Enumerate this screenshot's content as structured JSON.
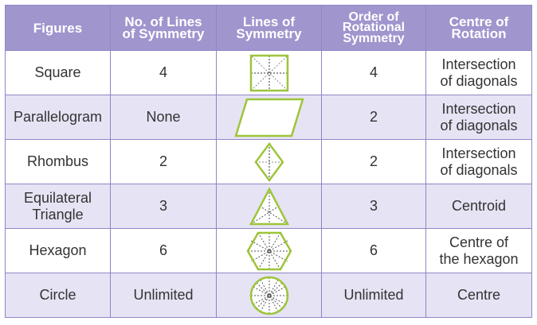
{
  "table": {
    "headers": [
      {
        "line1": "Figures",
        "line2": ""
      },
      {
        "line1": "No. of Lines",
        "line2": "of Symmetry"
      },
      {
        "line1": "Lines of",
        "line2": "Symmetry"
      },
      {
        "line1": "Order of",
        "line2": "Rotational",
        "line3": "Symmetry"
      },
      {
        "line1": "Centre of",
        "line2": "Rotation"
      }
    ],
    "rows": [
      {
        "figure": [
          "Square"
        ],
        "lines": "4",
        "shape_icon": "square-symmetry-icon",
        "order": "4",
        "centre": [
          "Intersection",
          "of diagonals"
        ]
      },
      {
        "figure": [
          "Parallelogram"
        ],
        "lines": "None",
        "shape_icon": "parallelogram-icon",
        "order": "2",
        "centre": [
          "Intersection",
          "of diagonals"
        ]
      },
      {
        "figure": [
          "Rhombus"
        ],
        "lines": "2",
        "shape_icon": "rhombus-symmetry-icon",
        "order": "2",
        "centre": [
          "Intersection",
          "of diagonals"
        ]
      },
      {
        "figure": [
          "Equilateral",
          "Triangle"
        ],
        "lines": "3",
        "shape_icon": "triangle-symmetry-icon",
        "order": "3",
        "centre": [
          "Centroid"
        ]
      },
      {
        "figure": [
          "Hexagon"
        ],
        "lines": "6",
        "shape_icon": "hexagon-symmetry-icon",
        "order": "6",
        "centre": [
          "Centre of",
          "the hexagon"
        ]
      },
      {
        "figure": [
          "Circle"
        ],
        "lines": "Unlimited",
        "shape_icon": "circle-symmetry-icon",
        "order": "Unlimited",
        "centre": [
          "Centre"
        ]
      }
    ]
  },
  "colors": {
    "header_bg": "#a095cd",
    "header_text": "#ffffff",
    "border": "#8f86c4",
    "row_alt_bg": "#e6e3f4",
    "shape_stroke": "#9dc53a"
  }
}
